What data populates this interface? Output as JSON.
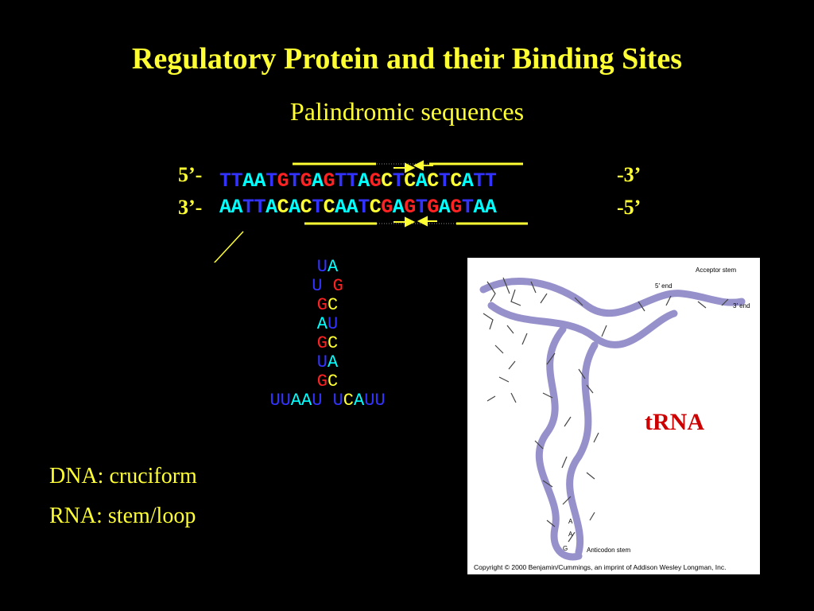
{
  "title": "Regulatory Protein and their Binding Sites",
  "subtitle": "Palindromic sequences",
  "colors": {
    "A": "#00ffff",
    "T": "#3333ff",
    "G": "#ff2222",
    "C": "#ffff33",
    "U": "#3333ff",
    "title": "#ffff33",
    "trna_label": "#cc0000"
  },
  "dna": {
    "top_left": "5’-",
    "top_right": "-3’",
    "bottom_left": "3’-",
    "bottom_right": "-5’",
    "top_strand": "TTAATGTGAGTTAGCTCACTCATT",
    "bottom_strand": "AATTACACTCAATCGAGTGAGTAA"
  },
  "stem_loop": {
    "rows": [
      "UA",
      "U G",
      "GC",
      "AU",
      "GC",
      "UA",
      "GC",
      "UUAAU UCAUU"
    ]
  },
  "captions": {
    "dna": "DNA: cruciform",
    "rna": "RNA: stem/loop"
  },
  "trna_image": {
    "label": "tRNA",
    "acceptor_stem": "Acceptor stem",
    "five_end": "5′ end",
    "three_end": "3′ end",
    "anticodon_stem": "Anticodon stem",
    "bases": [
      "A",
      "A",
      "G"
    ],
    "copyright": "Copyright © 2000 Benjamin/Cummings, an imprint of Addison Wesley Longman, Inc."
  }
}
